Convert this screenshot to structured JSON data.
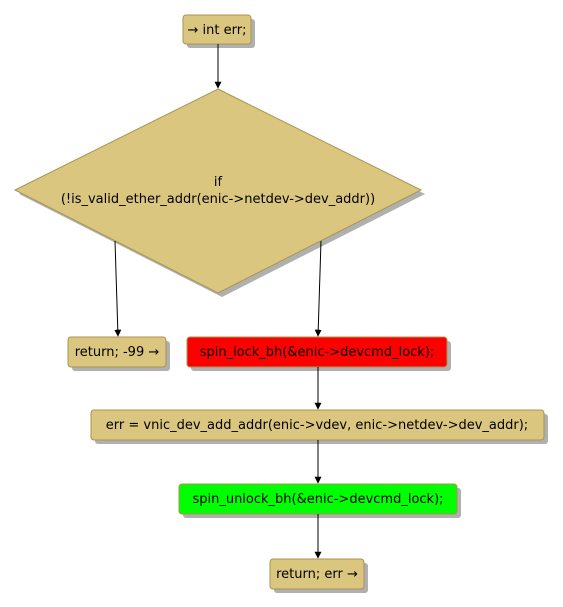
{
  "colors": {
    "default_fill": "#DBC67F",
    "default_stroke": "#A89452",
    "lock_fill": "#FF0000",
    "unlock_fill": "#00FF00",
    "shadow": "#B0B0B0"
  },
  "nodes": {
    "start": "→ int err;",
    "condition_line1": "if",
    "condition_line2": "(!is_valid_ether_addr(enic->netdev->dev_addr))",
    "return_error": "return; -99 →",
    "lock": "spin_lock_bh(&enic->devcmd_lock);",
    "add_addr": "err = vnic_dev_add_addr(enic->vdev, enic->netdev->dev_addr);",
    "unlock": "spin_unlock_bh(&enic->devcmd_lock);",
    "return_err": "return; err →"
  }
}
